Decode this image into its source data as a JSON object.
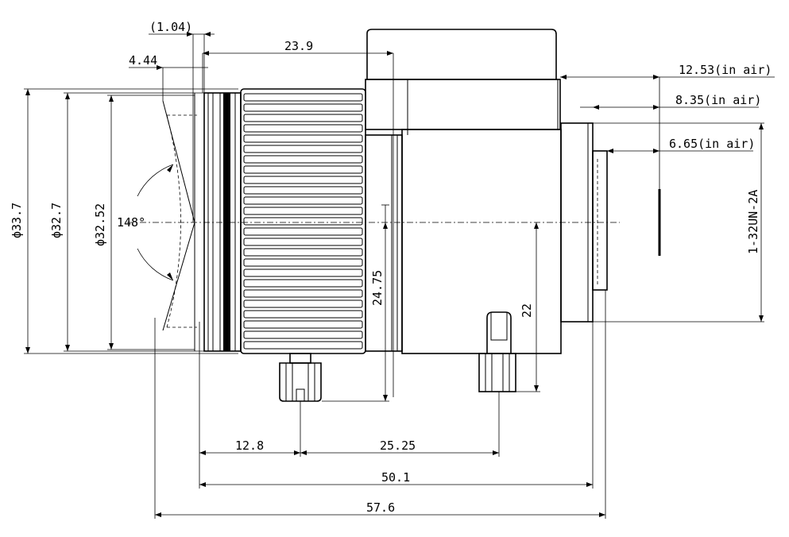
{
  "dimensions": {
    "d_1_04": "(1.04)",
    "d_4_44": "4.44",
    "d_23_9": "23.9",
    "d_12_53": "12.53(in air)",
    "d_8_35": "8.35(in air)",
    "d_6_65": "6.65(in air)",
    "d_phi_33_7": "ϕ33.7",
    "d_phi_32_7": "ϕ32.7",
    "d_phi_32_52": "ϕ32.52",
    "d_angle": "148°",
    "d_24_75": "24.75",
    "d_22": "22",
    "d_thread": "1-32UN-2A",
    "d_12_8": "12.8",
    "d_25_25": "25.25",
    "d_50_1": "50.1",
    "d_57_6": "57.6"
  }
}
